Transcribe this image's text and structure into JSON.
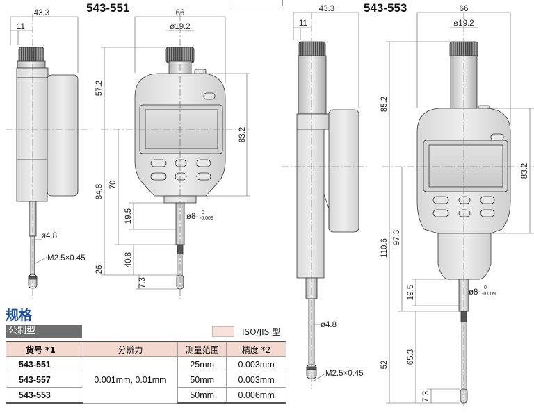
{
  "models": {
    "left": "543-551",
    "right": "543-553"
  },
  "dims": {
    "left": {
      "side_width": "43.3",
      "side_offset": "11",
      "front_width": "66",
      "cap_dia": "ø19.2",
      "height_top": "57.2",
      "height_body": "83.2",
      "total_height": "84.8",
      "stem_len": "70",
      "stem_clear": "19.5",
      "stem_dia": "ø8",
      "stem_tol_upper": "0",
      "stem_tol_lower": "-0.009",
      "spindle_dia": "ø4.8",
      "thread": "M2.5×0.45",
      "travel": "26",
      "tip_len": "40.8",
      "tip_small": "7.3"
    },
    "right": {
      "side_width": "43.3",
      "side_offset": "11",
      "front_width": "66",
      "cap_dia": "ø19.2",
      "height_top": "85.2",
      "height_body": "83.2",
      "total_height": "110.6",
      "stem_len": "97.3",
      "stem_clear": "19.5",
      "stem_dia": "ø8",
      "stem_tol_upper": "0",
      "stem_tol_lower": "-0.009",
      "spindle_dia": "ø4.8",
      "thread": "M2.5×0.45",
      "travel": "52",
      "tip_len": "65.3",
      "tip_small": "7.3"
    }
  },
  "spec": {
    "title": "规格",
    "subtitle": "公制型",
    "legend": "ISO/JIS 型",
    "colors": {
      "header_bg": "#f3d9cf",
      "title": "#1b4f9b"
    },
    "columns": [
      "货号 *1",
      "分辨力",
      "测量范围",
      "精度 *2"
    ],
    "resolution": "0.001mm, 0.01mm",
    "rows": [
      {
        "model": "543-551",
        "range": "25mm",
        "accuracy": "0.003mm"
      },
      {
        "model": "543-557",
        "range": "50mm",
        "accuracy": "0.003mm"
      },
      {
        "model": "543-553",
        "range": "50mm",
        "accuracy": "0.006mm"
      }
    ]
  }
}
